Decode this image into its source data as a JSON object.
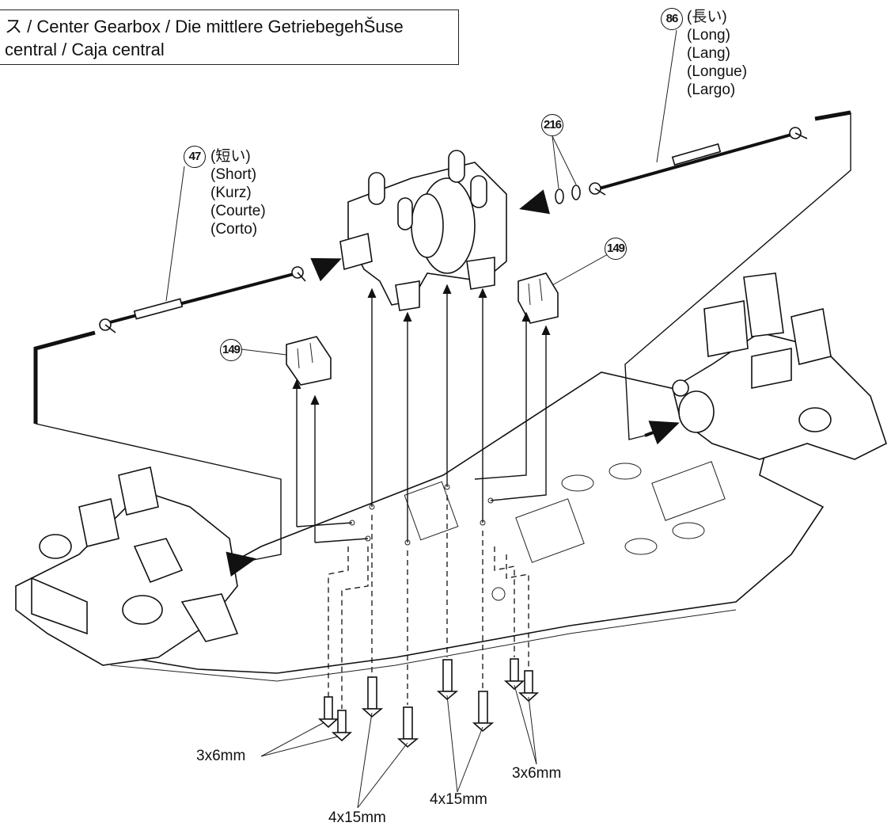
{
  "title": {
    "line1": "ス / Center Gearbox / Die mittlere GetriebegehŠuse",
    "line2": "central / Caja central"
  },
  "parts": {
    "long_shaft": {
      "ref": "86",
      "labels": [
        "(長い)",
        "(Long)",
        "(Lang)",
        "(Longue)",
        "(Largo)"
      ]
    },
    "short_shaft": {
      "ref": "47",
      "labels": [
        "(短い)",
        "(Short)",
        "(Kurz)",
        "(Courte)",
        "(Corto)"
      ]
    },
    "washers": {
      "ref": "216"
    },
    "mount_right": {
      "ref": "149"
    },
    "mount_left": {
      "ref": "149"
    }
  },
  "screws": {
    "left_pair": "3x6mm",
    "left_center_pair": "4x15mm",
    "right_center_pair": "4x15mm",
    "right_pair": "3x6mm"
  }
}
